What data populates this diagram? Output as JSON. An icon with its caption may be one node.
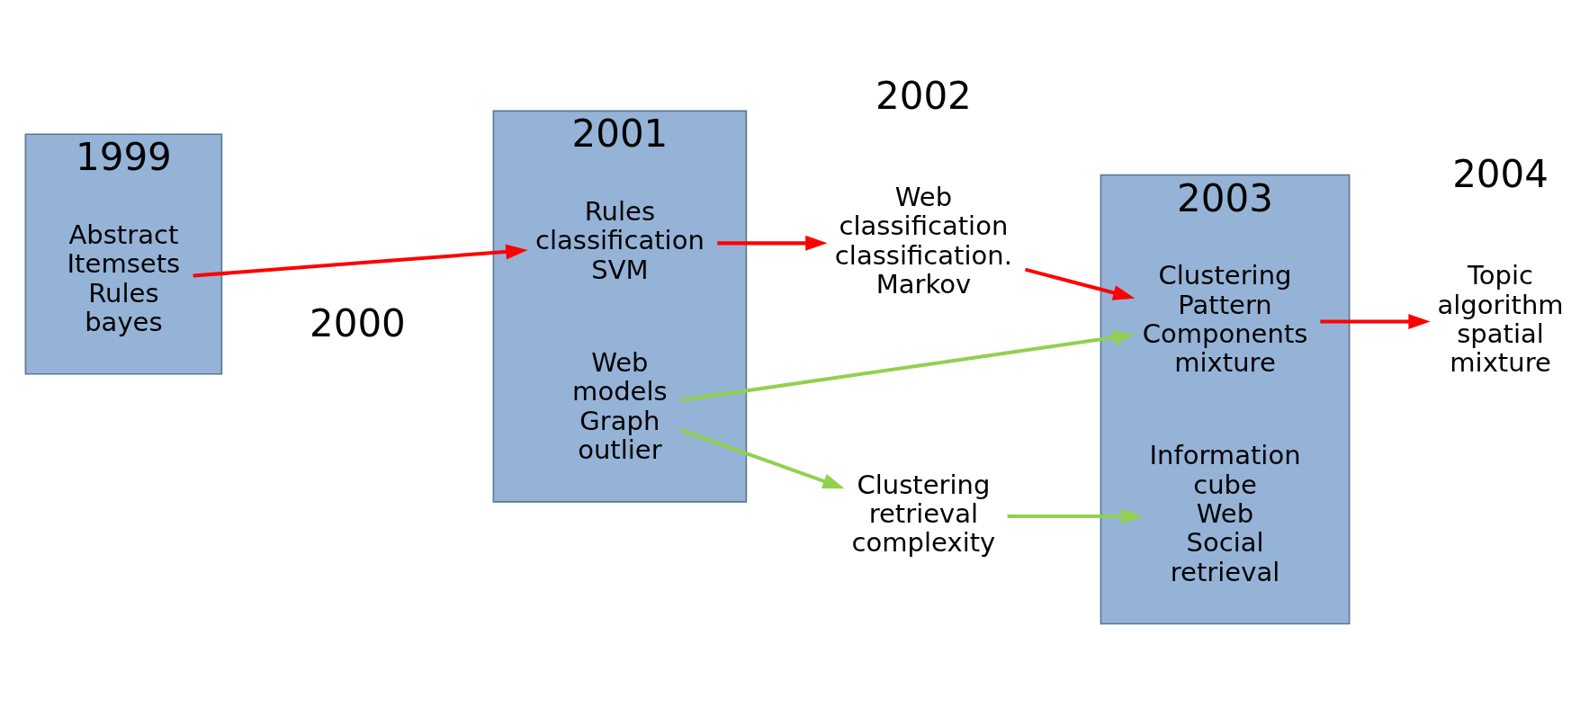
{
  "diagram": {
    "nodes": [
      {
        "text": [
          "1999"
        ]
      },
      {
        "text": [
          "Abstract Itemsets Rules bayes"
        ],
        "in": 0
      },
      {
        "text": [
          "2001"
        ]
      },
      {
        "text": [
          "Rules classification SVM"
        ],
        "in": 2
      },
      {
        "text": [
          "Web models Graph outlier"
        ],
        "in": 2
      },
      {
        "text": [
          "Web classification classification. Markov"
        ]
      },
      {
        "text": [
          "Clustering retrieval complexity"
        ]
      },
      {
        "text": [
          "2003"
        ]
      },
      {
        "text": [
          "Clustering Pattern Components mixture"
        ],
        "in": 7
      },
      {
        "text": [
          "Information cube Web Social retrieval"
        ],
        "in": 7
      },
      {
        "text": [
          "Topic algorithm spatial mixture"
        ]
      }
    ],
    "edges": [
      {
        "from": 1,
        "to": 3,
        "arrow": "to",
        "color": "#ff0000"
      },
      {
        "from": 3,
        "to": 5,
        "arrow": "to",
        "color": "#ff0000"
      },
      {
        "from": 5,
        "to": 8,
        "arrow": "to",
        "color": "#ff0000"
      },
      {
        "from": 8,
        "to": 10,
        "arrow": "to",
        "color": "#ff0000"
      },
      {
        "from": 4,
        "to": 8,
        "arrow": "to",
        "color": "#92d050"
      },
      {
        "from": 4,
        "to": 6,
        "arrow": "to",
        "color": "#92d050"
      },
      {
        "from": 6,
        "to": 9,
        "arrow": "to",
        "color": "#92d050"
      }
    ],
    "labels": [
      "2000",
      "2002",
      "2004"
    ]
  }
}
